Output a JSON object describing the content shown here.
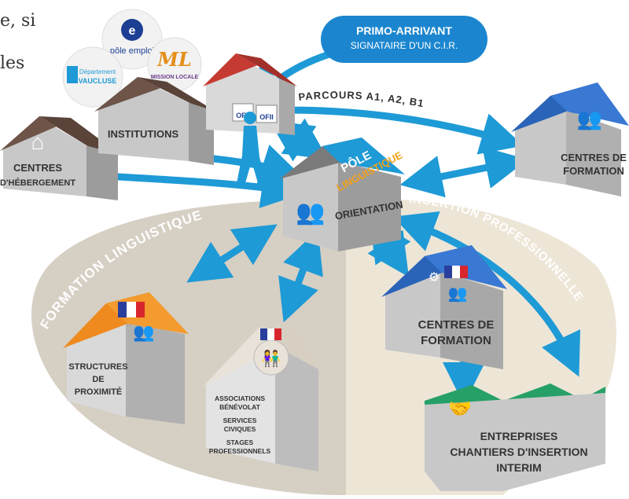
{
  "cut_text": {
    "line1": "e, si",
    "line2": "les"
  },
  "badges": {
    "pole_emploi": "pôle emploi",
    "pole_emploi_letter": "e",
    "vaucluse_top": "Département",
    "vaucluse_bottom": "VAUCLUSE",
    "mission_locale": "MISSION LOCALE"
  },
  "bubble": {
    "title": "PRIMO-ARRIVANT",
    "subtitle": "SIGNATAIRE D'UN C.I.R."
  },
  "houses": {
    "ofii": {
      "sign1": "OFII",
      "sign2": "OFII"
    },
    "institutions": "INSTITUTIONS",
    "hebergement": {
      "line1": "CENTRES",
      "line2": "D'HÉBERGEMENT"
    },
    "centres_top": {
      "line1": "CENTRES DE",
      "line2": "FORMATION"
    },
    "pole": {
      "roof1": "PÔLE",
      "roof2": "LINGUISTIQUE",
      "wall": "ORIENTATION"
    },
    "centres_mid": {
      "line1": "CENTRES DE",
      "line2": "FORMATION"
    },
    "structures": {
      "line1": "STRUCTURES",
      "line2": "DE",
      "line3": "PROXIMITÉ"
    },
    "associations": {
      "line1": "ASSOCIATIONS",
      "line2": "BÉNÉVOLAT",
      "line3": "SERVICES",
      "line4": "CIVIQUES",
      "line5": "STAGES",
      "line6": "PROFESSIONNELS"
    },
    "entreprises": {
      "line1": "ENTREPRISES",
      "line2": "CHANTIERS D'INSERTION",
      "line3": "INTERIM"
    }
  },
  "paths": {
    "parcours": "PARCOURS A1, A2, B1",
    "formation_linguistique": "FORMATION LINGUISTIQUE",
    "insertion_professionnelle": "INSERTION PROFESSIONNELLE"
  },
  "colors": {
    "arrow": "#1e9ad6",
    "bubble": "#1b86cf",
    "roof_blue": "#2a64b8",
    "roof_orange": "#ee8a1e",
    "roof_green": "#26a067",
    "roof_brown": "#6e5449",
    "roof_red": "#c53b32",
    "left_field": "#d6cfc4",
    "right_field": "#ede6d7"
  }
}
